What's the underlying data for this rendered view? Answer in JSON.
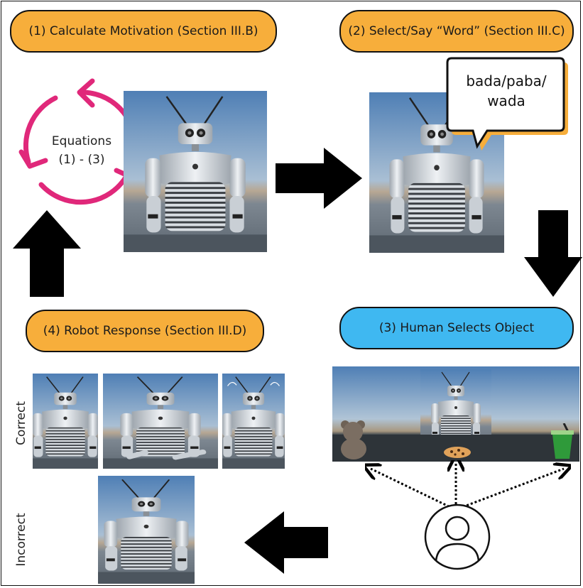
{
  "steps": {
    "step1": "(1) Calculate Motivation (Section III.B)",
    "step2": "(2) Select/Say “Word” (Section III.C)",
    "step3": "(3) Human Selects Object",
    "step4": "(4) Robot Response (Section III.D)"
  },
  "cycle": {
    "line1": "Equations",
    "line2": "(1) - (3)"
  },
  "speech": {
    "line1": "bada/paba/",
    "line2": "wada"
  },
  "outcomes": {
    "correct": "Correct",
    "incorrect": "Incorrect"
  },
  "colors": {
    "step_pill": "#f7ae3b",
    "human_pill": "#3fb8f1",
    "cycle_arrow": "#e0287a",
    "arrow_fill": "#000000",
    "bubble_shadow": "#f7ae3b"
  },
  "icons": [
    "cycle-arrows-icon",
    "speech-bubble-icon",
    "user-avatar-icon",
    "teddy-bear-icon",
    "cookie-icon",
    "cup-icon"
  ]
}
